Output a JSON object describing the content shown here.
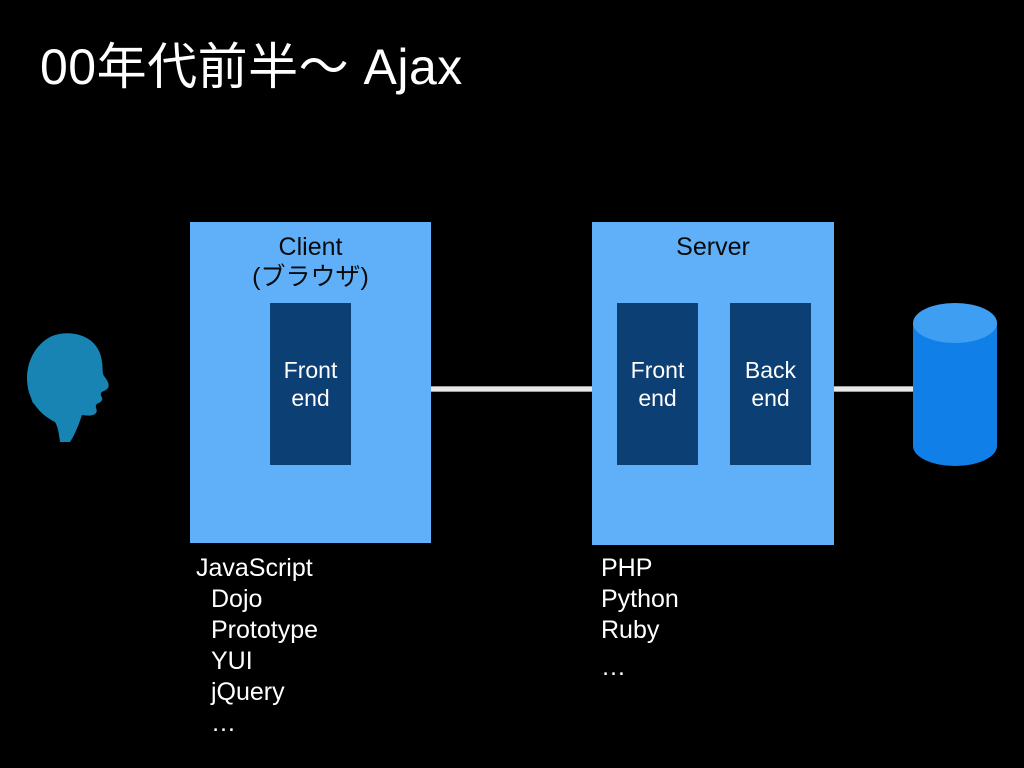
{
  "slide": {
    "title": "00年代前半〜 Ajax",
    "background_color": "#000000",
    "accent_light_blue": "#5fb0f9",
    "accent_dark_blue": "#0c3f73",
    "db_blue": "#1080e8",
    "db_top_blue": "#3e9ef2",
    "person_blue": "#1784b4",
    "connector_color": "#e8e8e8",
    "title_color": "#ffffff"
  },
  "client": {
    "title_line1": "Client",
    "title_line2": "(ブラウザ)",
    "unit": {
      "line1": "Front",
      "line2": "end"
    }
  },
  "server": {
    "title": "Server",
    "units": [
      {
        "line1": "Front",
        "line2": "end"
      },
      {
        "line1": "Back",
        "line2": "end"
      }
    ]
  },
  "client_tech": {
    "items": [
      {
        "text": "JavaScript",
        "indent": false,
        "gap": false
      },
      {
        "text": "Dojo",
        "indent": true,
        "gap": false
      },
      {
        "text": "Prototype",
        "indent": true,
        "gap": false
      },
      {
        "text": "YUI",
        "indent": true,
        "gap": false
      },
      {
        "text": "jQuery",
        "indent": true,
        "gap": false
      },
      {
        "text": "…",
        "indent": true,
        "gap": false
      }
    ]
  },
  "server_tech": {
    "items": [
      {
        "text": "PHP",
        "indent": false,
        "gap": false
      },
      {
        "text": "Python",
        "indent": false,
        "gap": false
      },
      {
        "text": "Ruby",
        "indent": false,
        "gap": false
      },
      {
        "text": "…",
        "indent": false,
        "gap": true
      }
    ]
  },
  "icons": {
    "person": "person-head-silhouette-icon",
    "database": "database-cylinder-icon"
  }
}
